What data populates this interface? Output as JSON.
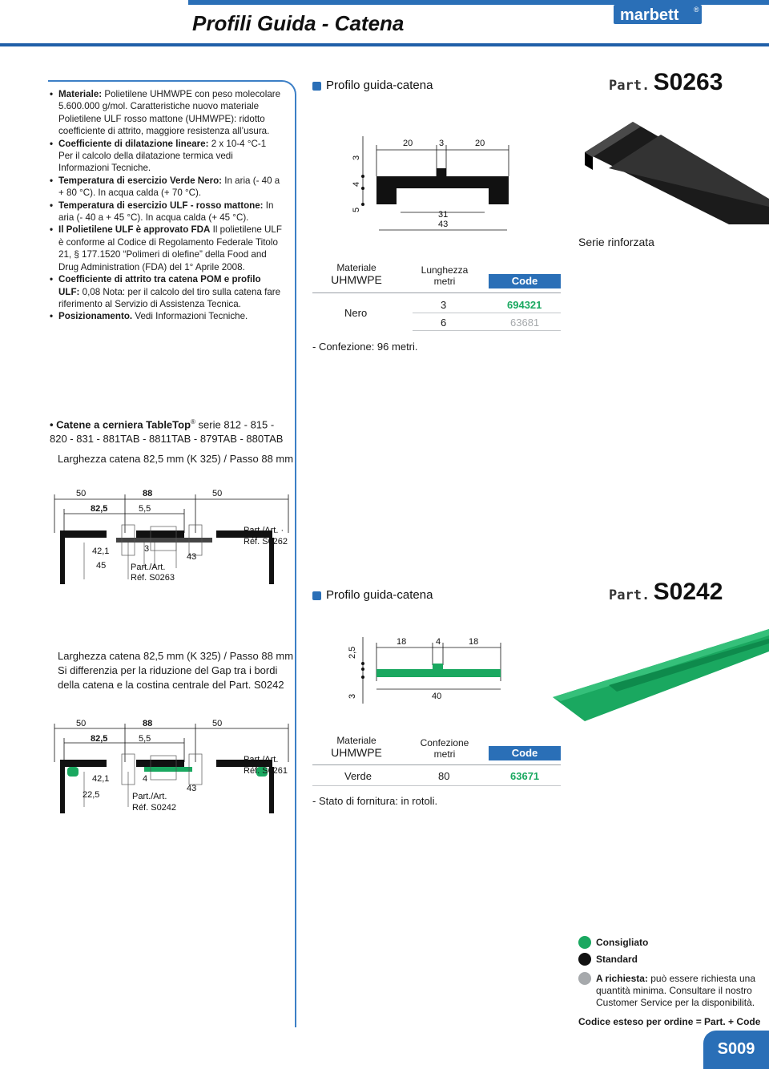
{
  "header": {
    "title": "Profili Guida - Catena",
    "logo": "marbett",
    "logo_mark": "®",
    "colors": {
      "accent": "#2a6fb7",
      "green": "#1aa860",
      "black": "#111111",
      "gray": "#a6a9ac"
    }
  },
  "info": {
    "items": [
      {
        "label": "Materiale:",
        "text": " Polietilene UHMWPE con peso molecolare 5.600.000 g/mol. Caratteristiche nuovo materiale Polietilene ULF rosso mattone (UHMWPE): ridotto coefficiente di attrito, maggiore resistenza all’usura."
      },
      {
        "label": "Coefficiente di dilatazione lineare:",
        "text": " 2 x 10-4 °C-1 Per il calcolo della dilatazione termica vedi Informazioni Tecniche."
      },
      {
        "label": "Temperatura di esercizio Verde Nero:",
        "text": " In aria (- 40 a + 80 °C). In acqua calda (+ 70 °C)."
      },
      {
        "label": "Temperatura di esercizio ULF - rosso mattone:",
        "text": " In aria (- 40 a + 45 °C). In acqua calda (+ 45 °C)."
      },
      {
        "label": "Il Polietilene ULF è approvato FDA",
        "text": " Il polietilene ULF è conforme al Codice di Regolamento Federale Titolo 21, § 177.1520 “Polimeri di olefine” della Food and Drug Administration (FDA) del 1° Aprile 2008."
      },
      {
        "label": "Coefficiente di attrito tra catena POM e profilo ULF:",
        "text": " 0,08 Nota: per il calcolo del tiro sulla catena fare riferimento al Servizio di Assistenza Tecnica."
      },
      {
        "label": "Posizionamento.",
        "text": " Vedi Informazioni Tecniche."
      }
    ]
  },
  "chain": {
    "bullet": "Catene a cerniera TableTop",
    "bullet_reg": "®",
    "series": " serie 812 - 815 - 820 - 831 - 881TAB - 8811TAB - 879TAB - 880TAB",
    "width_1": "Larghezza catena 82,5 mm (K 325) / Passo 88 mm",
    "width_2a": "Larghezza catena 82,5 mm (K 325) / Passo 88 mm",
    "width_2b": "Si differenzia per la riduzione del Gap tra i bordi della catena e la costina centrale del Part. S0242"
  },
  "diagram1": {
    "d50a": "50",
    "d88": "88",
    "d50b": "50",
    "d825": "82,5",
    "d55": "5,5",
    "d421": "42,1",
    "d3": "3",
    "d43": "43",
    "d45": "45",
    "ref_a1": "Part./Art. ·",
    "ref_a2": "Réf. S0262",
    "ref_b1": "Part./Art.",
    "ref_b2": "Réf. S0263"
  },
  "diagram2": {
    "d50a": "50",
    "d88": "88",
    "d50b": "50",
    "d825": "82,5",
    "d55": "5,5",
    "d421": "42,1",
    "d4": "4",
    "d43": "43",
    "d225": "22,5",
    "ref_a1": "Part./Art.",
    "ref_a2": "Réf. S0261",
    "ref_b1": "Part./Art.",
    "ref_b2": "Réf. S0242"
  },
  "s0263": {
    "heading": "Profilo guida-catena",
    "part_label": "Part.",
    "part_code": "S0263",
    "profile_dims": {
      "top_left": "20",
      "top_mid": "3",
      "top_right": "20",
      "side_3": "3",
      "side_4": "4",
      "side_5": "5",
      "inner": "31",
      "outer": "43"
    },
    "note": "Serie rinforzata",
    "table": {
      "col_material": "Materiale",
      "col_material_sub": "UHMWPE",
      "col_length": "Lunghezza",
      "col_length_sub": "metri",
      "col_code": "Code",
      "color": "Nero",
      "rows": [
        {
          "length": "3",
          "code": "694321"
        },
        {
          "length": "6",
          "code": "63681"
        }
      ]
    },
    "footnote": "- Confezione: 96 metri."
  },
  "s0242": {
    "heading": "Profilo guida-catena",
    "part_label": "Part.",
    "part_code": "S0242",
    "profile_dims": {
      "top_left": "18",
      "top_mid": "4",
      "top_right": "18",
      "side_25": "2,5",
      "side_3": "3",
      "width": "40"
    },
    "table": {
      "col_material": "Materiale",
      "col_material_sub": "UHMWPE",
      "col_pack": "Confezione",
      "col_pack_sub": "metri",
      "col_code": "Code",
      "color": "Verde",
      "pack": "80",
      "code": "63671"
    },
    "footnote": "- Stato di fornitura: in rotoli."
  },
  "legend": {
    "consigliato": "Consigliato",
    "standard": "Standard",
    "richiesta_label": "A richiesta:",
    "richiesta_text": " può essere richiesta una quantità minima. Consultare il nostro Customer Service per la disponibilità.",
    "order_code": "Codice esteso per ordine = Part. + Code"
  },
  "page": {
    "number": "S009"
  }
}
